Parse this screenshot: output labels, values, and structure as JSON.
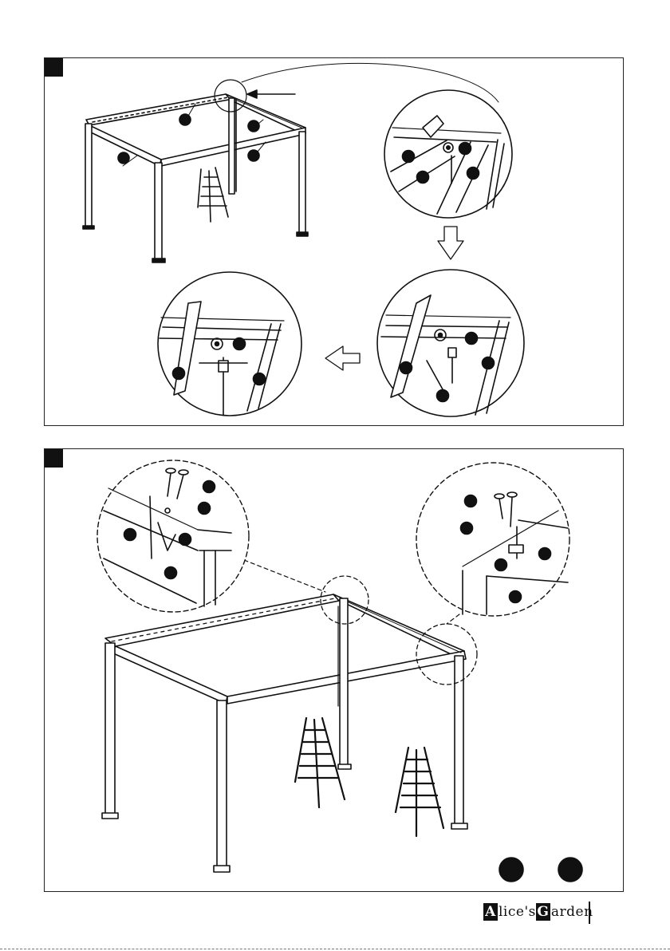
{
  "steps": [
    {
      "id": "step-1"
    },
    {
      "id": "step-2"
    }
  ],
  "brand": {
    "initial_1": "A",
    "rest_1": "lice's ",
    "initial_2": "G",
    "rest_2": "arden"
  },
  "colors": {
    "line": "#111111",
    "background": "#ffffff",
    "marker": "#111111"
  },
  "icons": [
    "arrow-down-icon",
    "arrow-left-icon",
    "ladder-icon",
    "screw-icon",
    "pergola-frame-icon"
  ]
}
